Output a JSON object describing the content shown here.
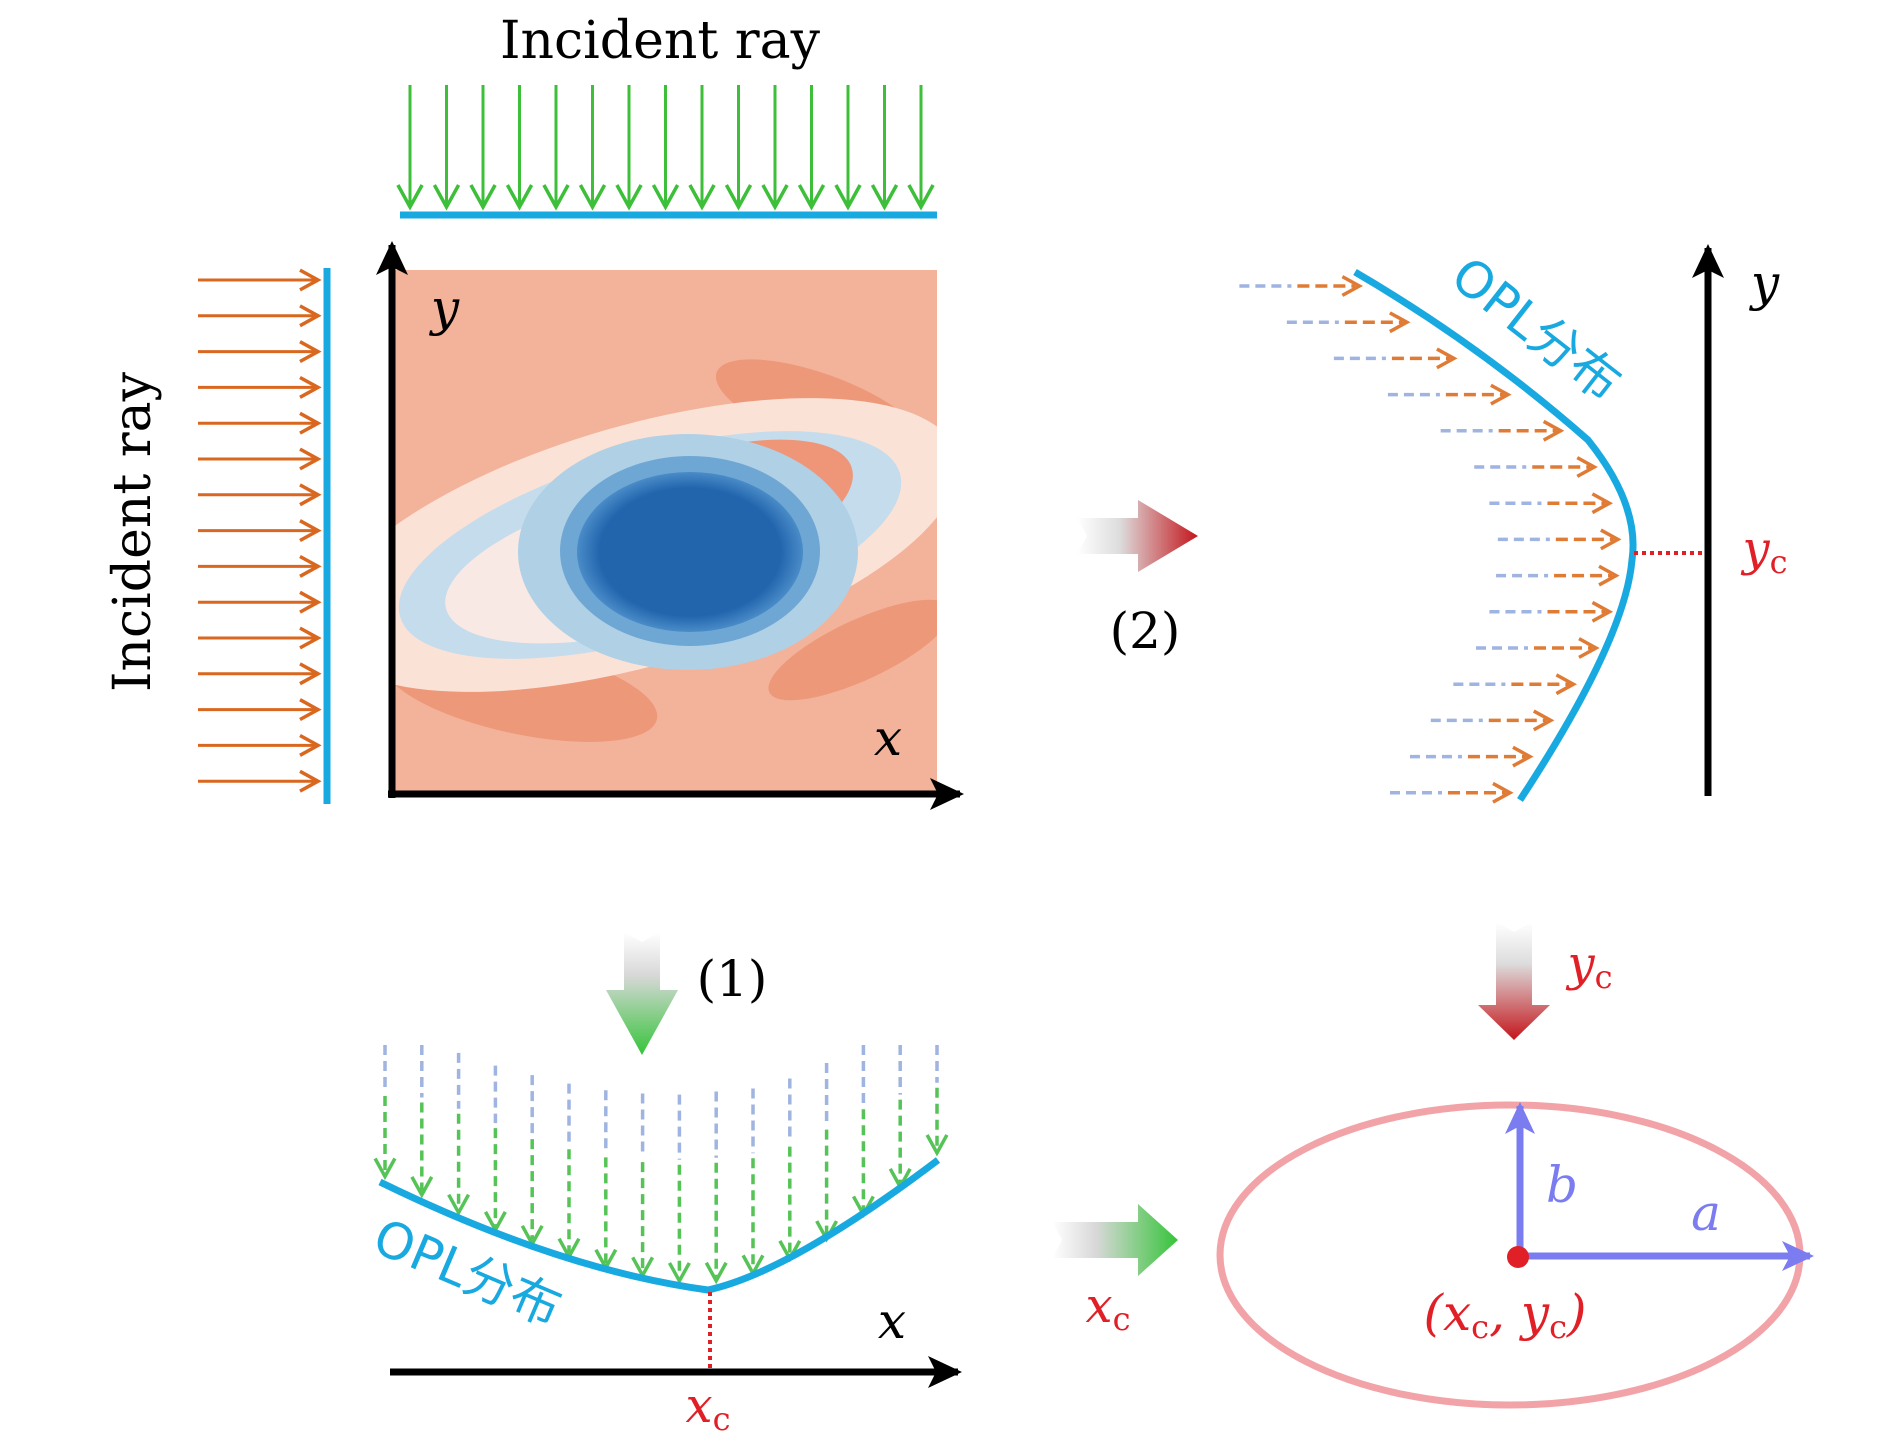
{
  "labels": {
    "incident_ray_top": "Incident ray",
    "incident_ray_left": "Incident ray",
    "axis_y": "y",
    "axis_x": "x",
    "opl_right": "OPL分布",
    "opl_bottom": "OPL分布",
    "step_1": "(1)",
    "step_2": "(2)",
    "yc_right": "y",
    "yc_right_sub": "c",
    "yc_down": "y",
    "yc_down_sub": "c",
    "xc_bottom": "x",
    "xc_bottom_sub": "c",
    "xc_arrow": "x",
    "xc_arrow_sub": "c",
    "ellipse_center": "(x",
    "ellipse_center_sub1": "c",
    "ellipse_center_mid": ", y",
    "ellipse_center_sub2": "c",
    "ellipse_center_close": ")",
    "axis_a": "a",
    "axis_b": "b",
    "axis_y_right": "y",
    "axis_x_bottom": "x"
  },
  "colors": {
    "ray_green": "#3dbf3a",
    "ray_orange": "#d9671f",
    "opl_blue": "#19a9e1",
    "accent_red": "#e01f26",
    "dark_red": "#c3161c",
    "ellipse_pink": "#f2a3a8",
    "semi_axis_purple": "#7a7cf0",
    "field_background": "#f3b29a",
    "vortex_core": "#2265ad"
  },
  "icons": {
    "field_plot": "vortex-field-image",
    "process_arrow": "gradient-arrow-icon"
  }
}
